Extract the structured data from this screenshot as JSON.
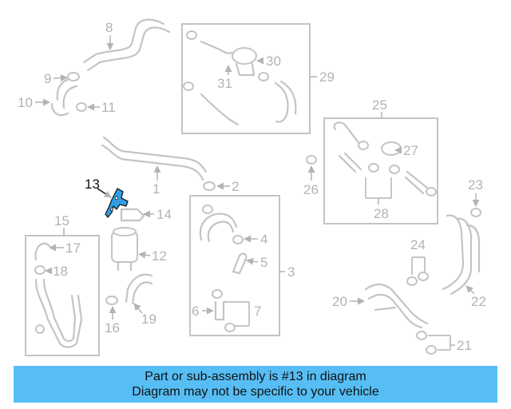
{
  "diagram": {
    "callouts": [
      "1",
      "2",
      "3",
      "4",
      "5",
      "6",
      "7",
      "8",
      "9",
      "10",
      "11",
      "12",
      "13",
      "14",
      "15",
      "16",
      "17",
      "18",
      "19",
      "20",
      "21",
      "22",
      "23",
      "24",
      "25",
      "26",
      "27",
      "28",
      "29",
      "30",
      "31"
    ],
    "highlighted_callout": "13",
    "highlight_color": "#2f9ee6"
  },
  "footer": {
    "line1": "Part or sub-assembly is #13 in diagram",
    "line2": "Diagram may not be specific to your vehicle",
    "background_color": "#56bef5"
  }
}
